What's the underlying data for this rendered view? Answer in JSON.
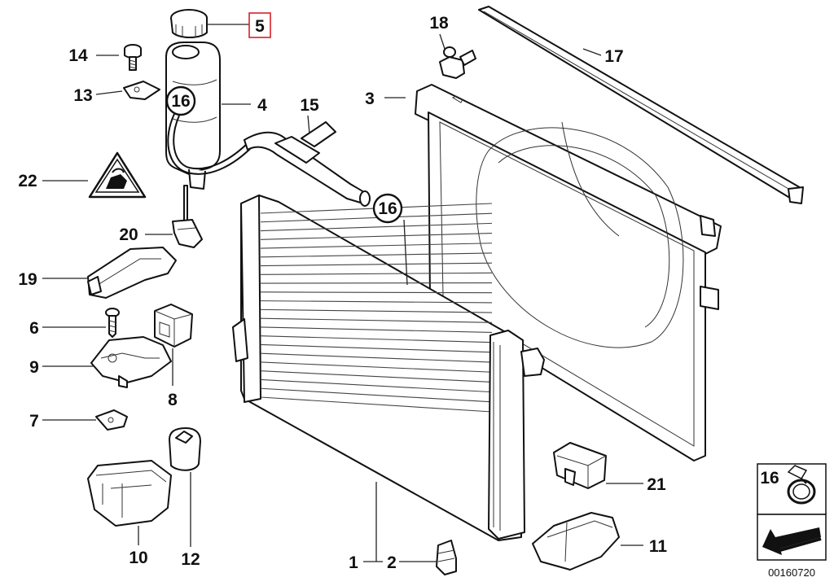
{
  "diagram": {
    "part_labels": {
      "p1": "1",
      "p2": "2",
      "p3": "3",
      "p4": "4",
      "p5": "5",
      "p6": "6",
      "p7": "7",
      "p8": "8",
      "p9": "9",
      "p10": "10",
      "p11": "11",
      "p12": "12",
      "p13": "13",
      "p14": "14",
      "p15": "15",
      "p16a": "16",
      "p16b": "16",
      "p17": "17",
      "p18": "18",
      "p19": "19",
      "p20": "20",
      "p21": "21",
      "p22": "22"
    },
    "legend": {
      "number": "16"
    },
    "reference_code": "00160720",
    "highlighted_part": "5",
    "colors": {
      "highlight_border": "#d9202a",
      "line": "#111111"
    }
  }
}
